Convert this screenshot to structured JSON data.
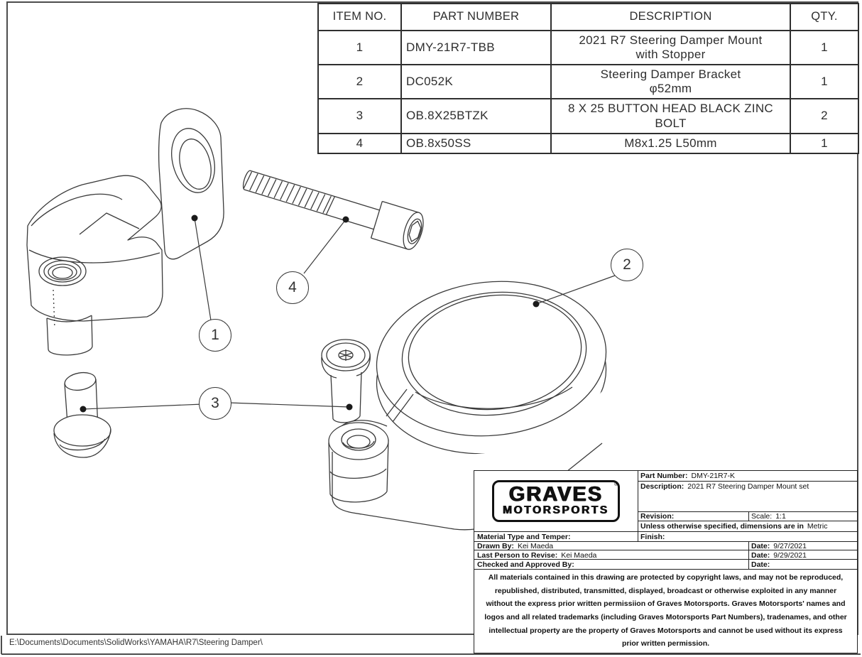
{
  "bom_table": {
    "headers": [
      "ITEM NO.",
      "PART NUMBER",
      "DESCRIPTION",
      "QTY."
    ],
    "rows": [
      {
        "item": "1",
        "part_number": "DMY-21R7-TBB",
        "description": [
          "2021 R7 Steering Damper Mount",
          "with Stopper"
        ],
        "qty": "1"
      },
      {
        "item": "2",
        "part_number": "DC052K",
        "description": [
          "Steering Damper Bracket",
          "φ52mm"
        ],
        "qty": "1"
      },
      {
        "item": "3",
        "part_number": "OB.8X25BTZK",
        "description": [
          "8 X 25 BUTTON HEAD BLACK ZINC",
          "BOLT"
        ],
        "qty": "2"
      },
      {
        "item": "4",
        "part_number": "OB.8x50SS",
        "description": [
          "M8x1.25 L50mm"
        ],
        "qty": "1"
      }
    ]
  },
  "balloons": {
    "b1": "1",
    "b2": "2",
    "b3": "3",
    "b4": "4"
  },
  "title_block": {
    "logo_line1": "GRAVES",
    "logo_line2": "MOTORSPORTS",
    "logo_reg_mark": "®",
    "part_number_label": "Part Number:",
    "part_number_value": "DMY-21R7-K",
    "description_label": "Description:",
    "description_value": "2021 R7 Steering Damper Mount set",
    "revision_label": "Revision:",
    "scale_label": "Scale:",
    "scale_value": "1:1",
    "units_label": "Unless otherwise specified, dimensions are in",
    "units_value": "Metric",
    "material_label": "Material Type and Temper:",
    "finish_label": "Finish:",
    "drawn_by_label": "Drawn By:",
    "drawn_by_value": "Kei Maeda",
    "drawn_date_label": "Date:",
    "drawn_date_value": "9/27/2021",
    "revise_label": "Last Person to Revise:",
    "revise_value": "Kei Maeda",
    "revise_date_label": "Date:",
    "revise_date_value": "9/29/2021",
    "approved_label": "Checked and Approved By:",
    "approved_date_label": "Date:",
    "copyright": "All materials contained in this drawing are protected by copyright laws, and may not be reproduced, republished, distributed, transmitted, displayed, broadcast or otherwise exploited in any manner without the express prior written permissiion of Graves Motorsports. Graves Motorsports' names and logos and all related trademarks (including Graves Motorsports Part Numbers), tradenames, and other intellectual property are the property of Graves Motorsports and cannot be used without its express prior written permission."
  },
  "footer": {
    "file_path": "E:\\Documents\\Documents\\SolidWorks\\YAMAHA\\R7\\Steering Damper\\"
  }
}
